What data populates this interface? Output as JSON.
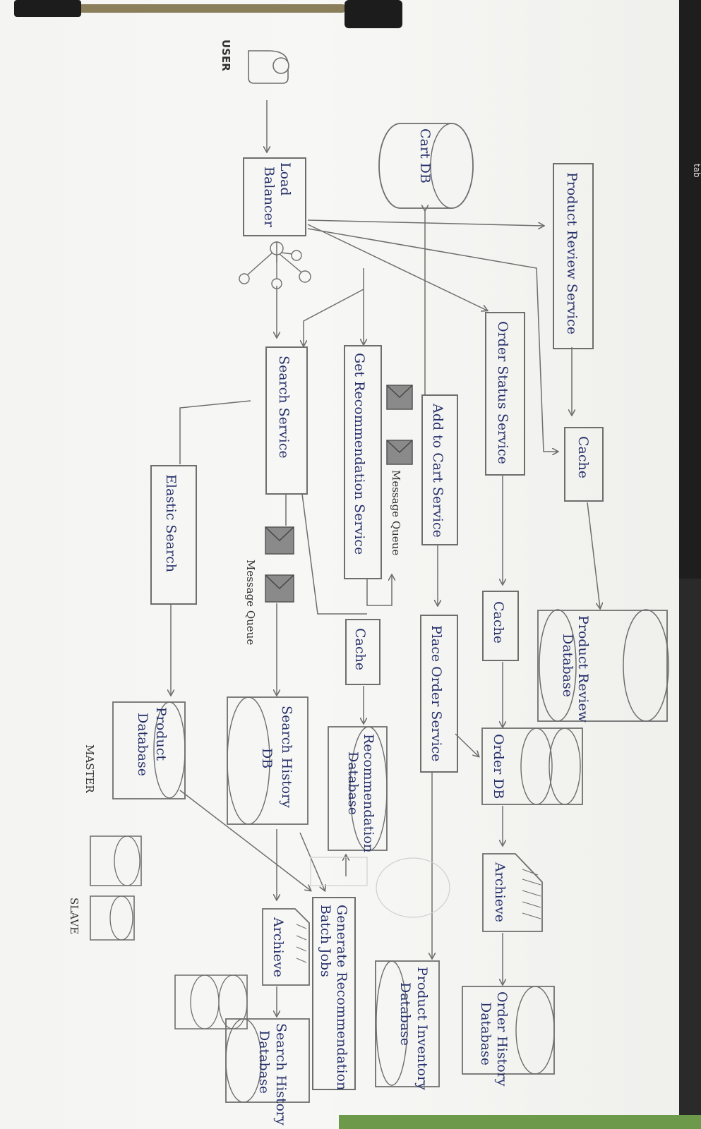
{
  "nodes": {
    "user": "USER",
    "load_balancer": [
      "Load",
      "Balancer"
    ],
    "cart_db": "Cart DB",
    "product_review_service": "Product Review Service",
    "cache_review": "Cache",
    "product_review_db": [
      "Product Review",
      "Database"
    ],
    "order_status_service": "Order Status Service",
    "cache_order": "Cache",
    "order_db": "Order DB",
    "archive_order": "Archieve",
    "order_history_db": [
      "Order History",
      "Database"
    ],
    "add_to_cart_service": "Add to Cart Service",
    "place_order_service": "Place Order Service",
    "product_inventory_db": [
      "Product Inventory",
      "Database"
    ],
    "get_recommendation_service": "Get Recommendation Service",
    "cache_recommendation": "Cache",
    "recommendation_db": [
      "Recommendation",
      "Database"
    ],
    "generate_batch_jobs": [
      "Generate Recommendation",
      "Batch Jobs"
    ],
    "search_service": "Search Service",
    "search_history_db": [
      "Search History",
      "DB"
    ],
    "archive_search": "Archieve",
    "search_history_database": [
      "Search History",
      "Database"
    ],
    "elastic_search": "Elastic Search",
    "product_database": [
      "Product",
      "Database"
    ]
  },
  "labels": {
    "message_queue_1": "Message Queue",
    "message_queue_2": "Message Queue",
    "master": "MASTER",
    "slave": "SLAVE",
    "keyboard_tab": "tab"
  },
  "colors": {
    "ink": "#26306a",
    "pencil": "#6e6e6e",
    "queue_fill": "#8a8a8a"
  }
}
